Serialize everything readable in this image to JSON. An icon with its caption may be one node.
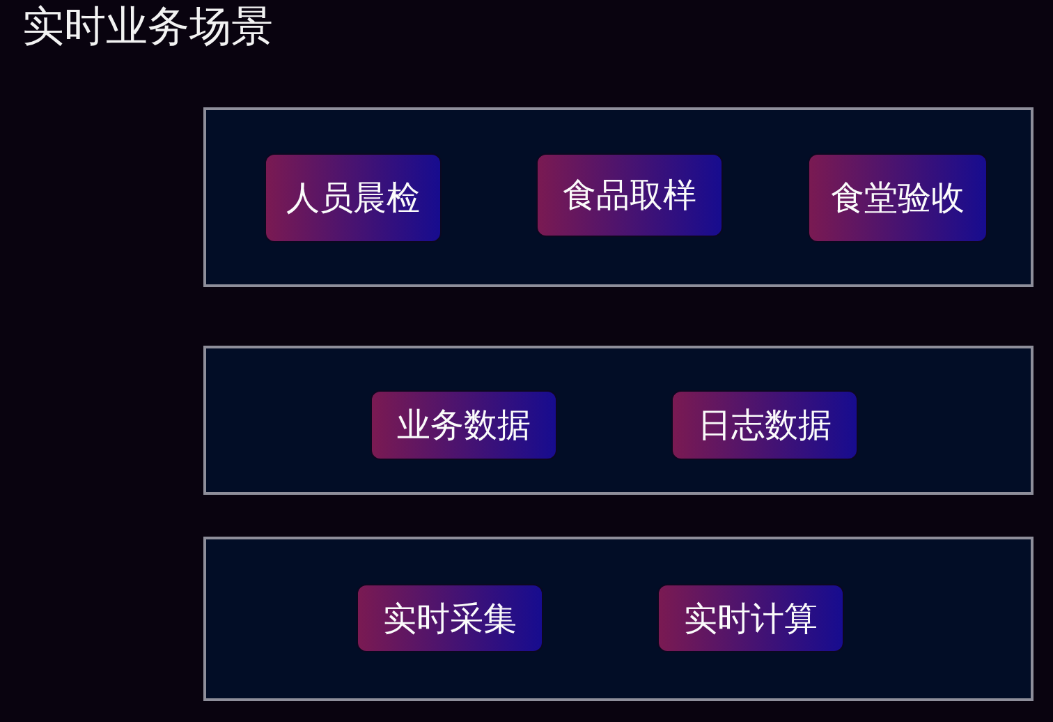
{
  "diagram": {
    "title": "实时业务场景",
    "nodes": [
      {
        "text": [],
        "shape": "box"
      },
      {
        "text": [
          "人员晨检"
        ],
        "in": 0
      },
      {
        "text": [
          "食品取样"
        ],
        "in": 0
      },
      {
        "text": [
          "食堂验收"
        ],
        "in": 0
      },
      {
        "text": [],
        "shape": "box"
      },
      {
        "text": [
          "业务数据"
        ],
        "in": 4
      },
      {
        "text": [
          "日志数据"
        ],
        "in": 4
      },
      {
        "text": [],
        "shape": "box"
      },
      {
        "text": [
          "实时采集"
        ],
        "in": 7
      },
      {
        "text": [
          "实时计算"
        ],
        "in": 7
      }
    ]
  }
}
